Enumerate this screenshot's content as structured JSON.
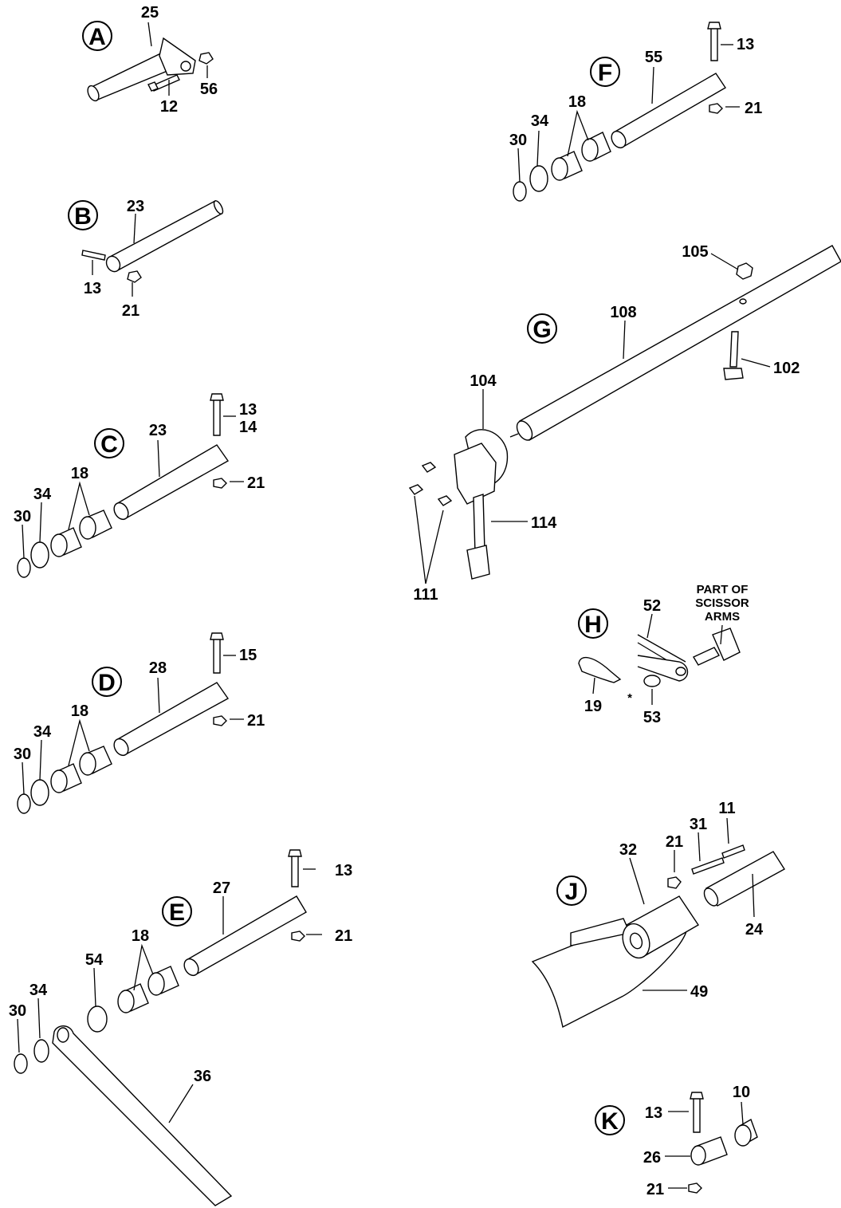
{
  "sections": {
    "A": {
      "letter": "A",
      "labels": [
        "25",
        "56",
        "12"
      ]
    },
    "B": {
      "letter": "B",
      "labels": [
        "23",
        "13",
        "21"
      ]
    },
    "C": {
      "letter": "C",
      "labels": [
        "13",
        "14",
        "23",
        "21",
        "18",
        "34",
        "30"
      ]
    },
    "D": {
      "letter": "D",
      "labels": [
        "15",
        "28",
        "21",
        "18",
        "34",
        "30"
      ]
    },
    "E": {
      "letter": "E",
      "labels": [
        "13",
        "27",
        "21",
        "18",
        "54",
        "34",
        "30",
        "36"
      ]
    },
    "F": {
      "letter": "F",
      "labels": [
        "13",
        "55",
        "21",
        "18",
        "34",
        "30"
      ]
    },
    "G": {
      "letter": "G",
      "labels": [
        "105",
        "108",
        "102",
        "104",
        "114",
        "111"
      ]
    },
    "H": {
      "letter": "H",
      "labels": [
        "52",
        "19",
        "53"
      ],
      "note": [
        "PART OF",
        "SCISSOR",
        "ARMS"
      ]
    },
    "J": {
      "letter": "J",
      "labels": [
        "11",
        "31",
        "21",
        "32",
        "24",
        "49"
      ]
    },
    "K": {
      "letter": "K",
      "labels": [
        "13",
        "10",
        "26",
        "21"
      ]
    }
  }
}
